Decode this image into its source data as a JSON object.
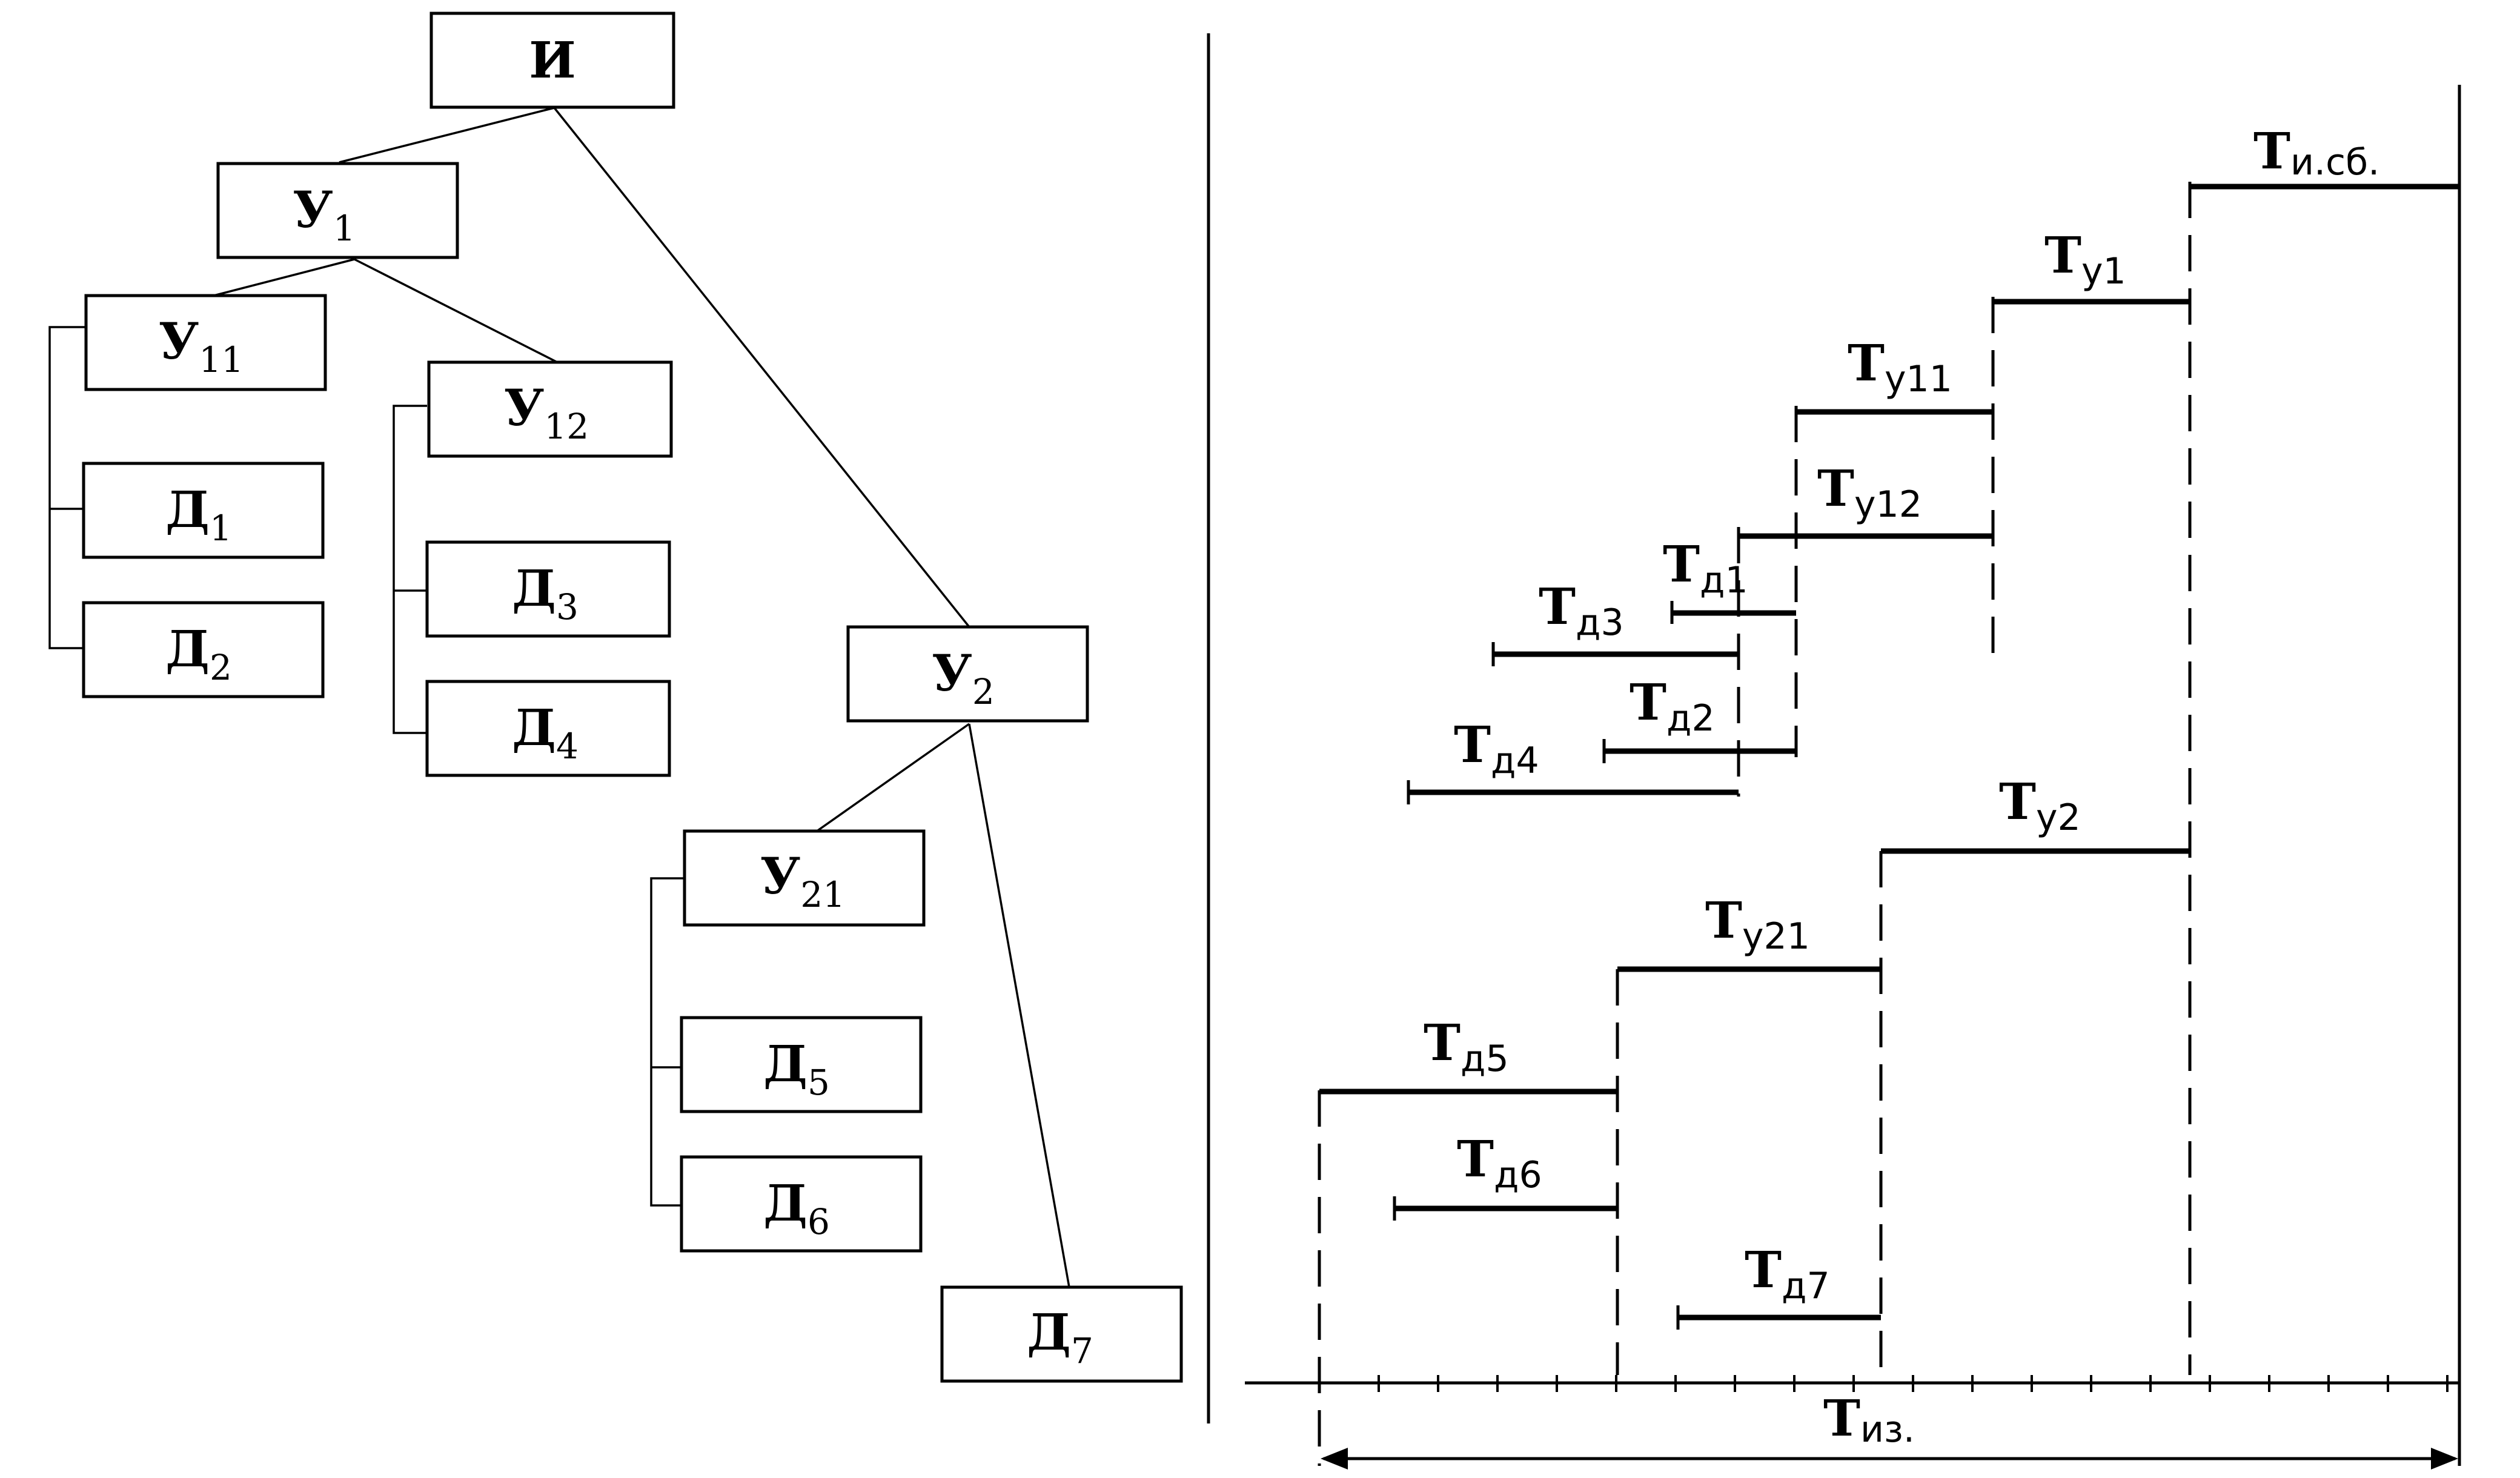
{
  "tree": {
    "nodes": [
      {
        "id": "I",
        "main": "И",
        "sub": ""
      },
      {
        "id": "U1",
        "main": "У",
        "sub": "1"
      },
      {
        "id": "U11",
        "main": "У",
        "sub": "11"
      },
      {
        "id": "U12",
        "main": "У",
        "sub": "12"
      },
      {
        "id": "D1",
        "main": "Д",
        "sub": "1"
      },
      {
        "id": "D2",
        "main": "Д",
        "sub": "2"
      },
      {
        "id": "D3",
        "main": "Д",
        "sub": "3"
      },
      {
        "id": "D4",
        "main": "Д",
        "sub": "4"
      },
      {
        "id": "U2",
        "main": "У",
        "sub": "2"
      },
      {
        "id": "U21",
        "main": "У",
        "sub": "21"
      },
      {
        "id": "D5",
        "main": "Д",
        "sub": "5"
      },
      {
        "id": "D6",
        "main": "Д",
        "sub": "6"
      },
      {
        "id": "D7",
        "main": "Д",
        "sub": "7"
      }
    ],
    "edges": [
      [
        "I",
        "U1"
      ],
      [
        "I",
        "U2"
      ],
      [
        "U1",
        "U11"
      ],
      [
        "U1",
        "U12"
      ],
      [
        "U11",
        "D1"
      ],
      [
        "U11",
        "D2"
      ],
      [
        "U12",
        "D3"
      ],
      [
        "U12",
        "D4"
      ],
      [
        "U2",
        "U21"
      ],
      [
        "U2",
        "D7"
      ],
      [
        "U21",
        "D5"
      ],
      [
        "U21",
        "D6"
      ]
    ]
  },
  "schedule": {
    "labels": {
      "Tisb": {
        "main": "Т",
        "sub": "и.сб."
      },
      "Tu1": {
        "main": "Т",
        "sub": "у1"
      },
      "Tu11": {
        "main": "Т",
        "sub": "у11"
      },
      "Tu12": {
        "main": "Т",
        "sub": "у12"
      },
      "Td1": {
        "main": "Т",
        "sub": "д1"
      },
      "Td3": {
        "main": "Т",
        "sub": "д3"
      },
      "Td2": {
        "main": "Т",
        "sub": "д2"
      },
      "Td4": {
        "main": "Т",
        "sub": "д4"
      },
      "Tu2": {
        "main": "Т",
        "sub": "у2"
      },
      "Tu21": {
        "main": "Т",
        "sub": "у21"
      },
      "Td5": {
        "main": "Т",
        "sub": "д5"
      },
      "Td6": {
        "main": "Т",
        "sub": "д6"
      },
      "Td7": {
        "main": "Т",
        "sub": "д7"
      },
      "Tiz": {
        "main": "Т",
        "sub": "из."
      }
    }
  }
}
